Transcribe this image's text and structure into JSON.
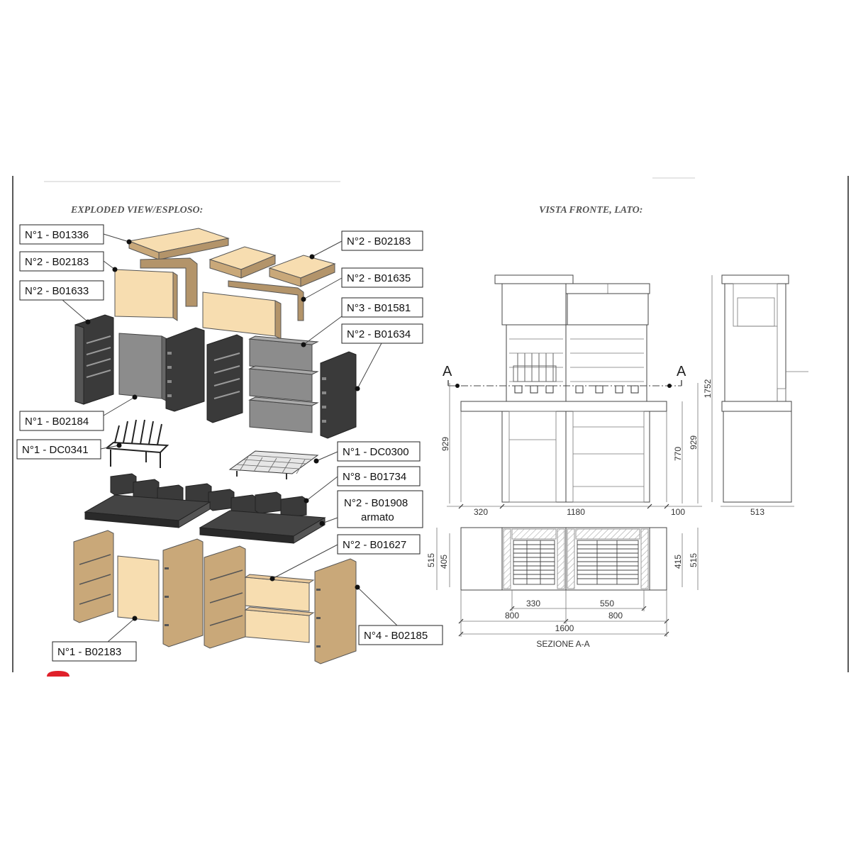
{
  "sheet": {
    "exploded_title": "EXPLODED VIEW/ESPLOSO:",
    "front_title": "VISTA FRONTE, LATO:"
  },
  "parts": [
    {
      "label": "N°1 - B01336"
    },
    {
      "label": "N°2 - B02183"
    },
    {
      "label": "N°2 - B01633"
    },
    {
      "label": "N°1 - B02184"
    },
    {
      "label": "N°1 - DC0341"
    },
    {
      "label": "N°1 - B02183"
    },
    {
      "label": "N°2 - B02183"
    },
    {
      "label": "N°2 - B01635"
    },
    {
      "label": "N°3 - B01581"
    },
    {
      "label": "N°2 - B01634"
    },
    {
      "label": "N°1 - DC0300"
    },
    {
      "label": "N°8 - B01734"
    },
    {
      "label": "N°2 - B01908",
      "label2": "armato"
    },
    {
      "label": "N°2 - B01627"
    },
    {
      "label": "N°4 - B02185"
    }
  ],
  "drawing": {
    "section_letter": "A",
    "section_caption": "SEZIONE  A-A",
    "dims": {
      "total_height": "1752",
      "body_height_left": "929",
      "body_height_right": "929",
      "inner_height": "770",
      "left_offset": "320",
      "width_inner": "1180",
      "right_offset": "100",
      "side_depth": "513",
      "plan_depth_left": "515",
      "plan_inner_left": "405",
      "plan_inner_right": "415",
      "plan_depth_right": "515",
      "grill_left": "330",
      "grill_right": "550",
      "half_left": "800",
      "half_right": "800",
      "total_width": "1600"
    }
  },
  "colors": {
    "beige": "#f7ddb0",
    "tan": "#b3946a",
    "dark": "#3a3a3a",
    "grey": "#8c8c8c",
    "accent": "#e0202a"
  }
}
